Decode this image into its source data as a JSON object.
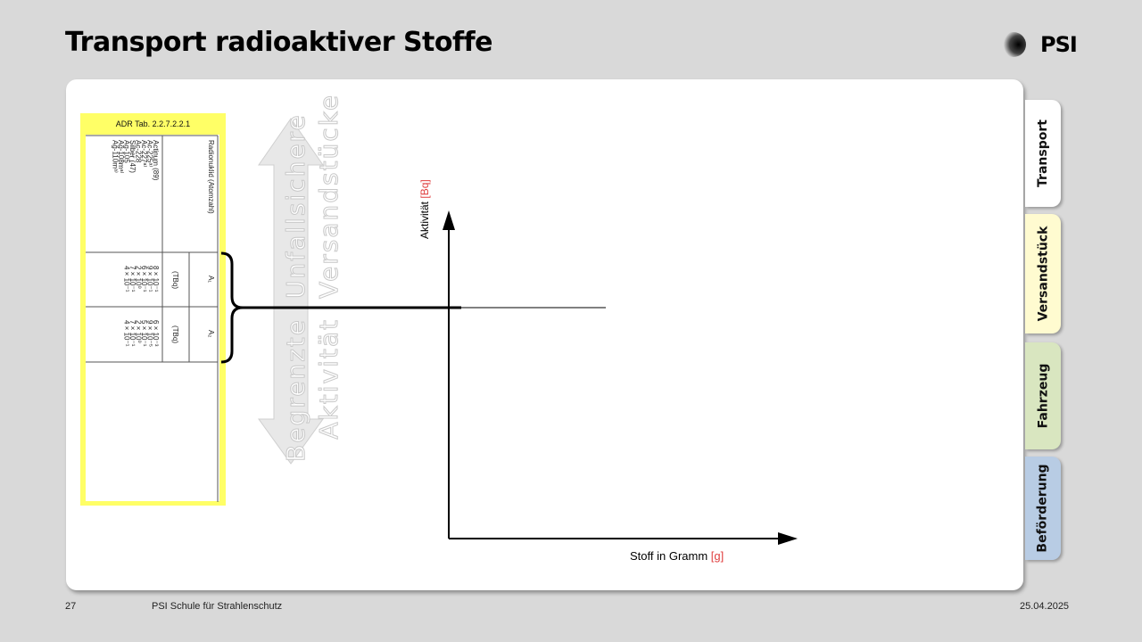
{
  "slide": {
    "title": "Transport radioaktiver Stoffe",
    "logo_text": "PSI"
  },
  "tabs": [
    {
      "label": "Transport",
      "color": "#ffffff"
    },
    {
      "label": "Versandstück",
      "color": "#fffbd0"
    },
    {
      "label": "Fahrzeug",
      "color": "#d9e6c0"
    },
    {
      "label": "Beförderung",
      "color": "#b8cce4"
    }
  ],
  "table": {
    "caption": "ADR Tab. 2.2.7.2.2.1",
    "header_nuclide": "Radionuklid (Atomzahl)",
    "header_a1": "A₁",
    "header_a2": "A₂",
    "unit": "(TBq)",
    "nuclides": [
      "Actinum (89)",
      "Ac-225ᵃ⁾",
      "Ac-227ᵃ⁾",
      "Ac-228",
      "Silber (47)",
      "Ag-105",
      "Ag-108mᵃ⁾",
      "Ag-110mᵃ⁾"
    ],
    "a1_values": [
      "8 × 10⁻¹",
      "9 × 10⁻¹",
      "6 × 10⁻¹",
      "2 × 10⁰",
      "7 × 10⁻¹",
      "4 × 10⁻¹"
    ],
    "a2_values": [
      "6 × 10⁻³",
      "9 × 10⁻⁵",
      "5 × 10⁻¹",
      "2 × 10⁰",
      "7 × 10⁻¹",
      "4 × 10⁻¹"
    ]
  },
  "arrow": {
    "upper_text_1": "Unfallsichere",
    "upper_text_2": "Versandstücke",
    "lower_text_1": "Begrenzte",
    "lower_text_2": "Aktivität"
  },
  "axes": {
    "y_label": "Aktivität ",
    "y_unit": "[Bq]",
    "x_label": "Stoff in Gramm ",
    "x_unit": "[g]",
    "unit_color": "#e04040"
  },
  "footer": {
    "page": "27",
    "org": "PSI Schule  für Strahlenschutz",
    "date": "25.04.2025"
  }
}
